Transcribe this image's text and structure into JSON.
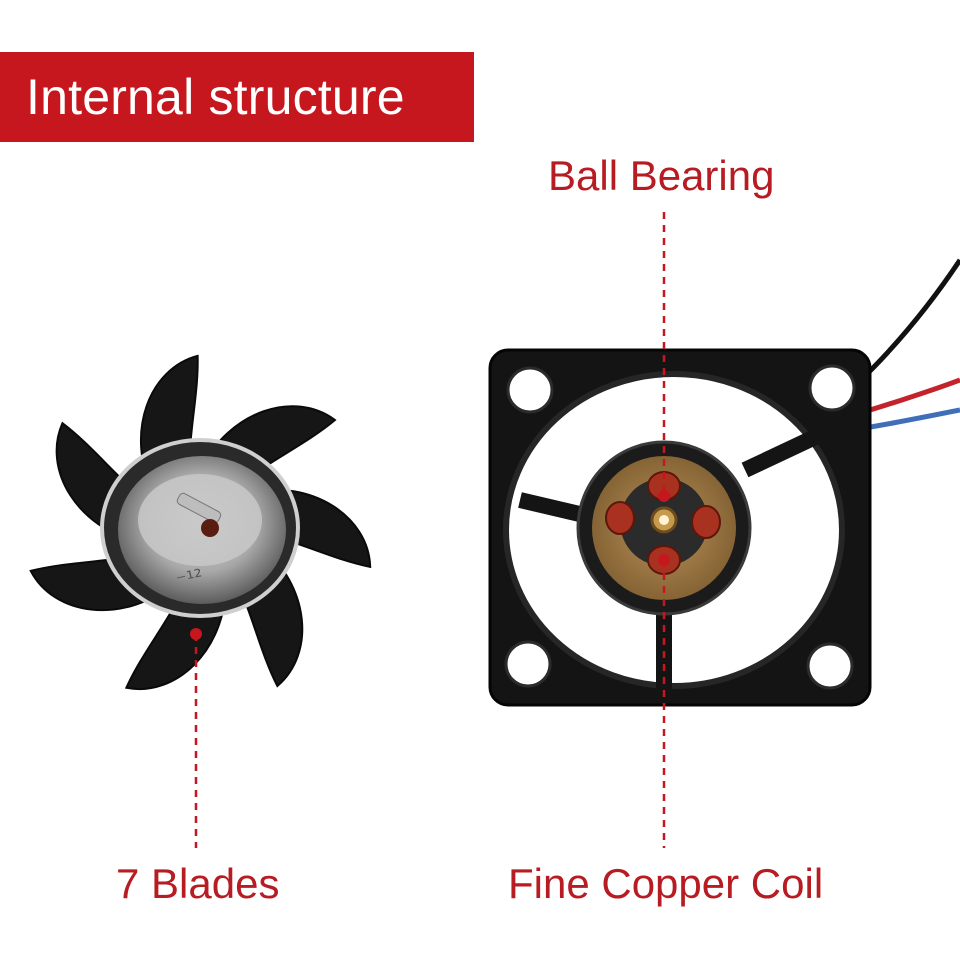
{
  "title": "Internal structure",
  "labels": {
    "ball_bearing": "Ball Bearing",
    "blades": "7 Blades",
    "copper_coil": "Fine Copper Coil"
  },
  "colors": {
    "accent": "#c5171d",
    "label_text": "#b71c22",
    "fan_body": "#141414",
    "copper": "#a8321f"
  }
}
